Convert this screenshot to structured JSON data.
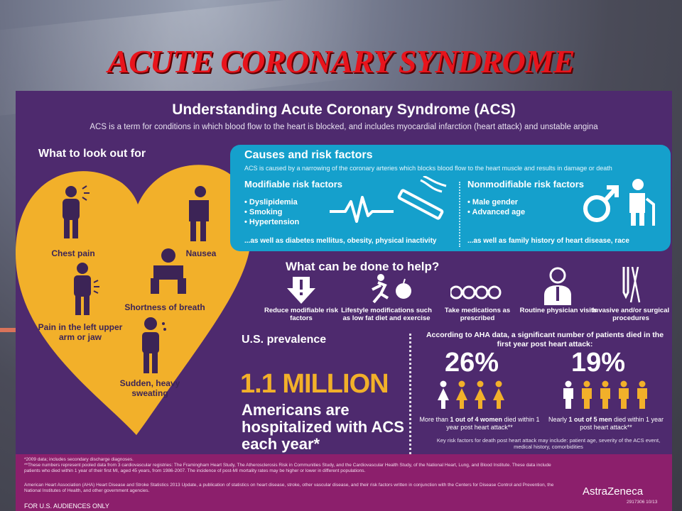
{
  "slide": {
    "title": "ACUTE CORONARY SYNDROME"
  },
  "poster": {
    "title": "Understanding Acute Coronary Syndrome (ACS)",
    "subtitle": "ACS is a term for conditions in which blood flow to the heart is blocked, and includes myocardial infarction (heart attack) and unstable angina"
  },
  "symptoms": {
    "title": "What to look out for",
    "items": [
      "Chest pain",
      "Nausea",
      "Shortness of breath",
      "Pain in the left upper arm or jaw",
      "Sudden, heavy sweating"
    ]
  },
  "causes": {
    "title": "Causes and risk factors",
    "subtitle": "ACS is caused by a narrowing of the coronary arteries which blocks blood flow to the heart muscle and  results in damage or death",
    "modifiable": {
      "title": "Modifiable risk factors",
      "items": [
        "• Dyslipidemia",
        "• Smoking",
        "• Hypertension"
      ],
      "note": "...as well as diabetes mellitus, obesity, physical inactivity"
    },
    "nonmodifiable": {
      "title": "Nonmodifiable risk factors",
      "items": [
        "• Male gender",
        "• Advanced age"
      ],
      "note": "...as well as family history of heart disease, race"
    }
  },
  "help": {
    "title": "What can be done to help?",
    "items": [
      "Reduce modifiable risk factors",
      "Lifestyle modifications such as low fat diet and exercise",
      "Take medications as prescribed",
      "Routine physician visits",
      "Invasive and/or surgical procedures"
    ]
  },
  "prevalence": {
    "title": "U.S. prevalence",
    "number": "1.1 MILLION",
    "caption": "Americans are hospitalized with ACS each year*"
  },
  "aha": {
    "note": "According to AHA data, a significant number of patients died in the first year post heart attack:",
    "women_pct": "26%",
    "women_caption_pre": "More than ",
    "women_caption_bold": "1 out of 4 women",
    "women_caption_post": " died within 1 year post heart attack**",
    "men_pct": "19%",
    "men_caption_pre": "Nearly ",
    "men_caption_bold": "1 out of 5 men",
    "men_caption_post": " died within 1 year post heart attack**",
    "women_ratio": 0.25,
    "men_ratio": 0.2,
    "key_note": "Key risk factors for death post heart attack may include: patient age, severity of the ACS event, medical history, comorbidities"
  },
  "footer": {
    "line1": "*2009 data; includes secondary discharge diagnoses.",
    "line2": "**These numbers represent pooled data from 3 cardiovascular registries: The Framingham Heart Study, The Atherosclerosis Risk in Communities Study, and the Cardiovascular Health Study, of the National Heart, Lung, and Blood Institute. These data include patients who died within 1 year of their first MI, aged 45 years, from 1986-2007. The incidence of post-MI mortality rates may be higher or lower in different populations.",
    "line3": "American Heart Association (AHA) Heart Disease and Stroke Statistics 2013 Update, a publication of statistics on heart disease, stroke, other vascular disease, and their risk factors written in conjunction with the Centers for Disease Control and Prevention, the National Institutes of Health, and other government agencies.",
    "audience": "FOR U.S. AUDIENCES ONLY",
    "brand": "AstraZeneca",
    "code": "2917306  10/13"
  },
  "colors": {
    "purple": "#4e2a6e",
    "yellow": "#f2b02a",
    "cyan": "#15a0cc",
    "magenta": "#8c1f6c",
    "title_red": "#e8141c"
  }
}
